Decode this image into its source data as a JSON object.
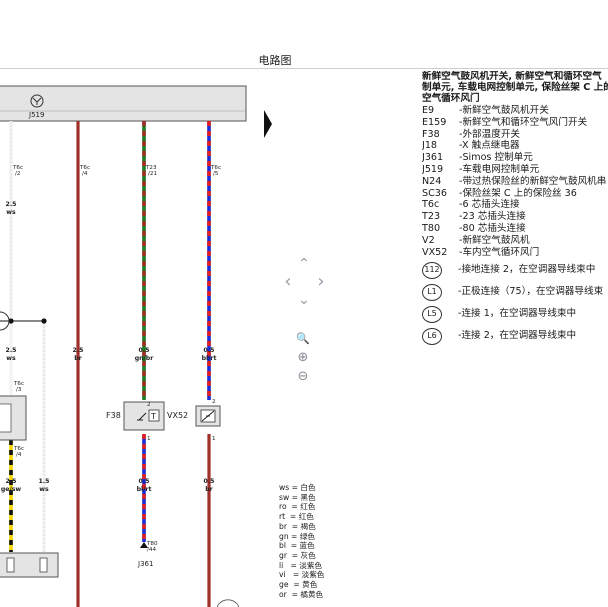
{
  "page": {
    "title": "电路图"
  },
  "legend": {
    "title_lines": [
      "新鲜空气鼓风机开关, 新鲜空气和循环空气",
      "制单元, 车载电网控制单元, 保险丝架 C 上的",
      "空气循环风门"
    ],
    "items": [
      {
        "code": "E9",
        "desc": "-新鲜空气鼓风机开关"
      },
      {
        "code": "E159",
        "desc": "-新鲜空气和循环空气风门开关"
      },
      {
        "code": "F38",
        "desc": "-外部温度开关"
      },
      {
        "code": "J18",
        "desc": "-X 触点继电器"
      },
      {
        "code": "J361",
        "desc": "-Simos 控制单元"
      },
      {
        "code": "J519",
        "desc": "-车载电网控制单元"
      },
      {
        "code": "N24",
        "desc": "-带过热保险丝的新鲜空气鼓风机串"
      },
      {
        "code": "SC36",
        "desc": "-保险丝架 C 上的保险丝 36"
      },
      {
        "code": "T6c",
        "desc": "-6 芯插头连接"
      },
      {
        "code": "T23",
        "desc": "-23 芯插头连接"
      },
      {
        "code": "T80",
        "desc": "-80 芯插头连接"
      },
      {
        "code": "V2",
        "desc": "-新鲜空气鼓风机"
      },
      {
        "code": "VX52",
        "desc": "-车内空气循环风门"
      }
    ],
    "connectors": [
      {
        "id": "112",
        "desc": "-接地连接 2，在空调器导线束中"
      },
      {
        "id": "L1",
        "desc": "-正极连接（75），在空调器导线束"
      },
      {
        "id": "L5",
        "desc": "-连接 1，在空调器导线束中"
      },
      {
        "id": "L6",
        "desc": "-连接 2，在空调器导线束中"
      }
    ]
  },
  "wire_colors": [
    "ws = 白色",
    "sw = 黑色",
    "ro  = 红色",
    "rt  = 红色",
    "br  = 褐色",
    "gn = 绿色",
    "bl  = 蓝色",
    "gr  = 灰色",
    "li   = 淡紫色",
    "vi   = 淡紫色",
    "ge  = 黄色",
    "or  = 橘黄色"
  ],
  "diagram": {
    "j519": "J519",
    "f38": "F38",
    "vx52": "VX52",
    "j361": "J361",
    "t_label": "T",
    "pins": {
      "p1_conn": "T6c",
      "p1_pin": "/2",
      "p2_conn": "T6c",
      "p2_pin": "/4",
      "p3_conn": "T23",
      "p3_pin": "/21",
      "p4_conn": "T6c",
      "p4_pin": "/5",
      "p5_conn": "T6c",
      "p5_pin": "/3",
      "p6_conn": "T6c",
      "p6_pin": "/4",
      "t80_conn": "T80",
      "t80_pin": "/44",
      "n2": "2",
      "n1": "1",
      "n2b": "2",
      "n1b": "1"
    },
    "wires": {
      "w1_size": "2.5",
      "w1_color": "ws",
      "w2_size": "2.5",
      "w2_color": "ws",
      "w3_size": "2.5",
      "w3_color": "br",
      "w4_size": "0.5",
      "w4_color": "gn/br",
      "w5_size": "0.5",
      "w5_color": "bl/rt",
      "w6_size": "2.5",
      "w6_color": "ge/sw",
      "w7_size": "1.5",
      "w7_color": "ws",
      "w8_size": "0.5",
      "w8_color": "bl/rt",
      "w9_size": "0.5",
      "w9_color": "br"
    }
  },
  "nav": {
    "up": "⌃",
    "left": "‹",
    "right": "›",
    "down": "⌄"
  },
  "zoom": {
    "fit": "🔍",
    "in": "⊕",
    "out": "⊖"
  }
}
